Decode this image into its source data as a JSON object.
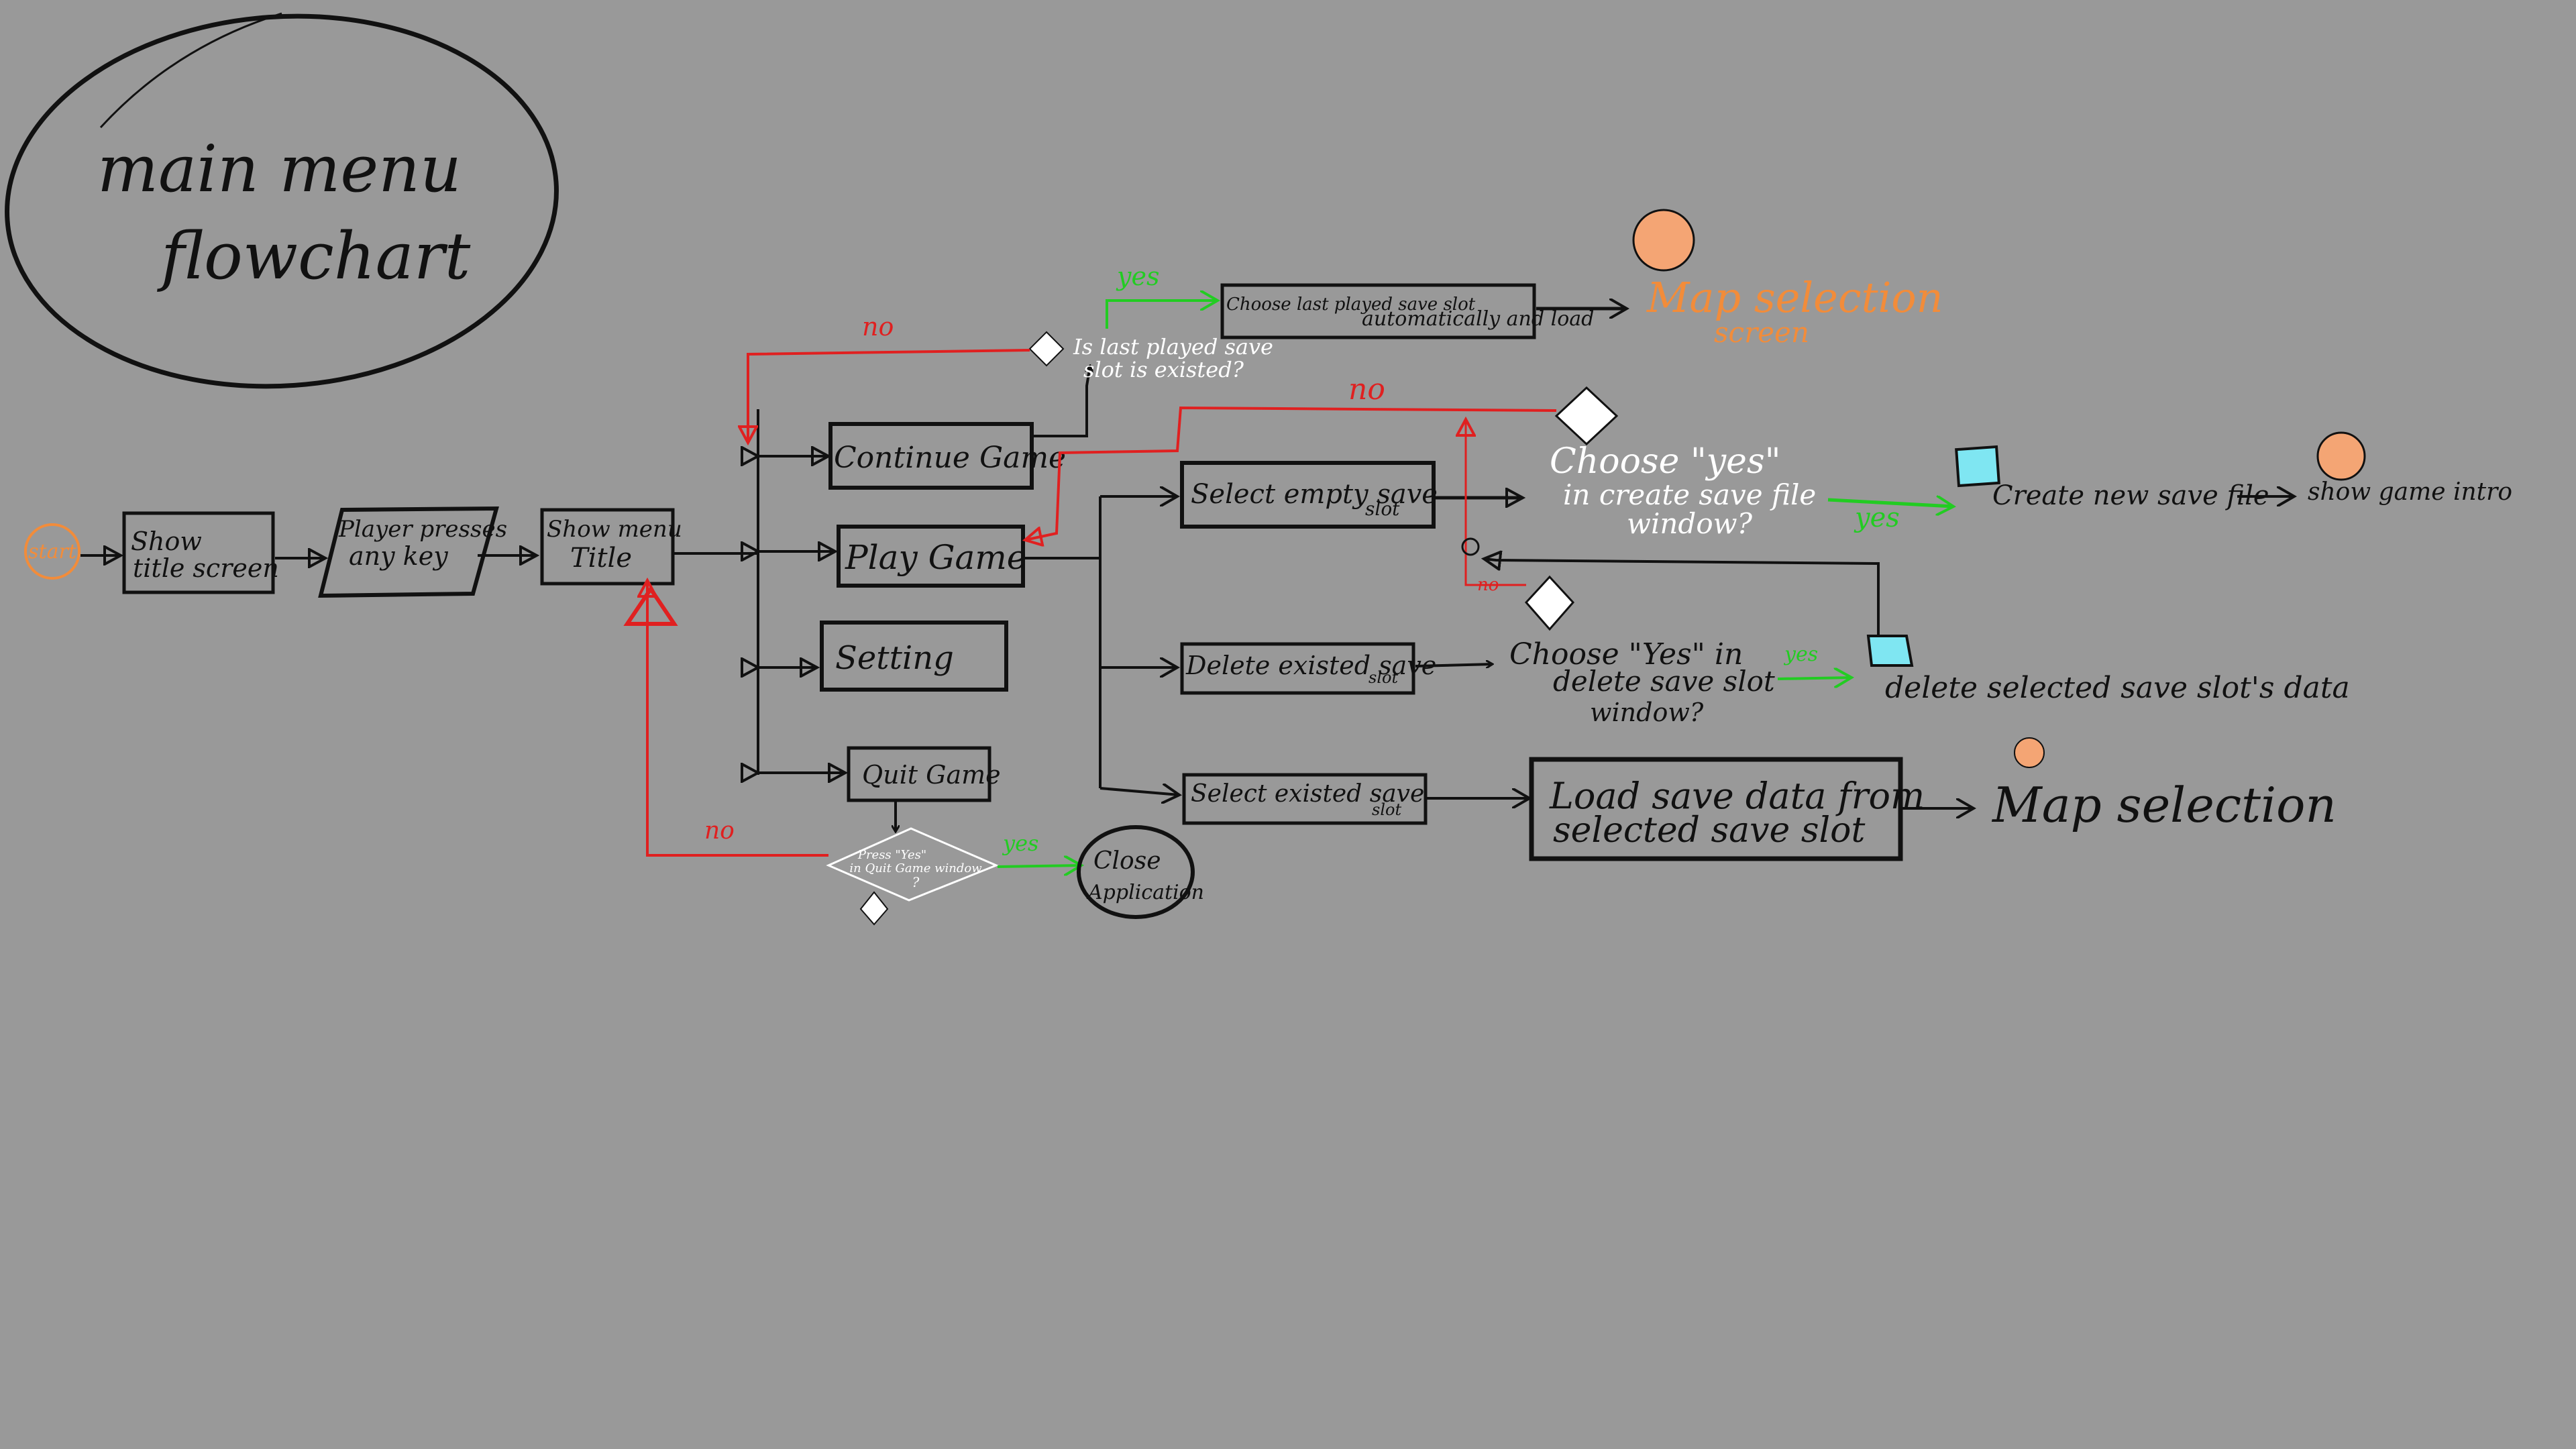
{
  "title_line1": "main menu",
  "title_line2": "flowchart",
  "colors": {
    "background": "#999999",
    "ink": "#111111",
    "white": "#ffffff",
    "orange": "#f28c3a",
    "peach": "#f4a574",
    "red": "#e02020",
    "green": "#22cc22",
    "cyan": "#7fe6f2"
  },
  "nodes": {
    "start": "start",
    "show_title_screen": [
      "Show",
      "title screen"
    ],
    "player_presses": [
      "Player presses",
      "any key"
    ],
    "show_menu_title": [
      "Show menu",
      "Title"
    ],
    "continue_game": "Continue Game",
    "play_game": "Play Game",
    "setting": "Setting",
    "quit_game": "Quit Game",
    "quit_question": [
      "Press \"Yes\"",
      "in Quit Game window",
      "?"
    ],
    "close_application": [
      "Close",
      "Application"
    ],
    "last_played_question": [
      "Is last played save",
      "slot is existed?"
    ],
    "choose_last": [
      "Choose last played save slot",
      "automatically and load"
    ],
    "map_selection_screen": [
      "Map selection",
      "screen"
    ],
    "select_empty": [
      "Select empty save",
      "slot"
    ],
    "delete_existed": [
      "Delete existed save",
      "slot"
    ],
    "select_existed": [
      "Select existed save",
      "slot"
    ],
    "choose_yes_create": [
      "Choose \"yes\"",
      "in create save file",
      "window?"
    ],
    "choose_yes_delete": [
      "Choose \"Yes\" in",
      "delete save slot",
      "window?"
    ],
    "create_new_save": "Create new save file",
    "show_game_intro": "show game intro",
    "delete_selected": "delete selected save slot's data",
    "load_save_data": [
      "Load save data from",
      "selected save slot"
    ],
    "map_selection": "Map selection"
  },
  "edge_labels": {
    "no": "no",
    "yes": "yes"
  }
}
